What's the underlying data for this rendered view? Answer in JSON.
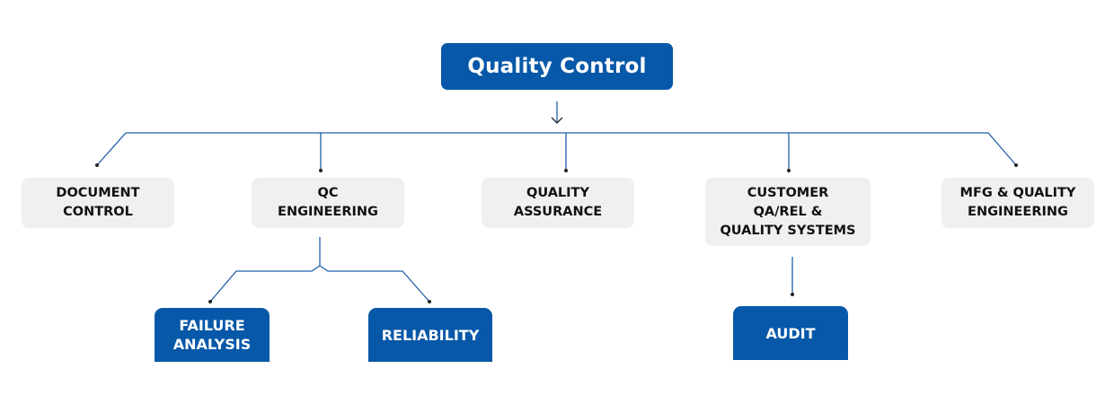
{
  "root": {
    "label": "Quality Control"
  },
  "departments": [
    {
      "label": "DOCUMENT\nCONTROL"
    },
    {
      "label": "QC\nENGINEERING"
    },
    {
      "label": "QUALITY\nASSURANCE"
    },
    {
      "label": "CUSTOMER\nQA/REL &\nQUALITY SYSTEMS"
    },
    {
      "label": "MFG & QUALITY\nENGINEERING"
    }
  ],
  "subunits": [
    {
      "label": "FAILURE\nANALYSIS",
      "parent": "QC ENGINEERING"
    },
    {
      "label": "RELIABILITY",
      "parent": "QC ENGINEERING"
    },
    {
      "label": "AUDIT",
      "parent": "CUSTOMER QA/REL & QUALITY SYSTEMS"
    }
  ],
  "colors": {
    "primary": "#0758a8",
    "box_light": "#eef0f1",
    "line": "#1f5fa6",
    "dot": "#222222"
  }
}
